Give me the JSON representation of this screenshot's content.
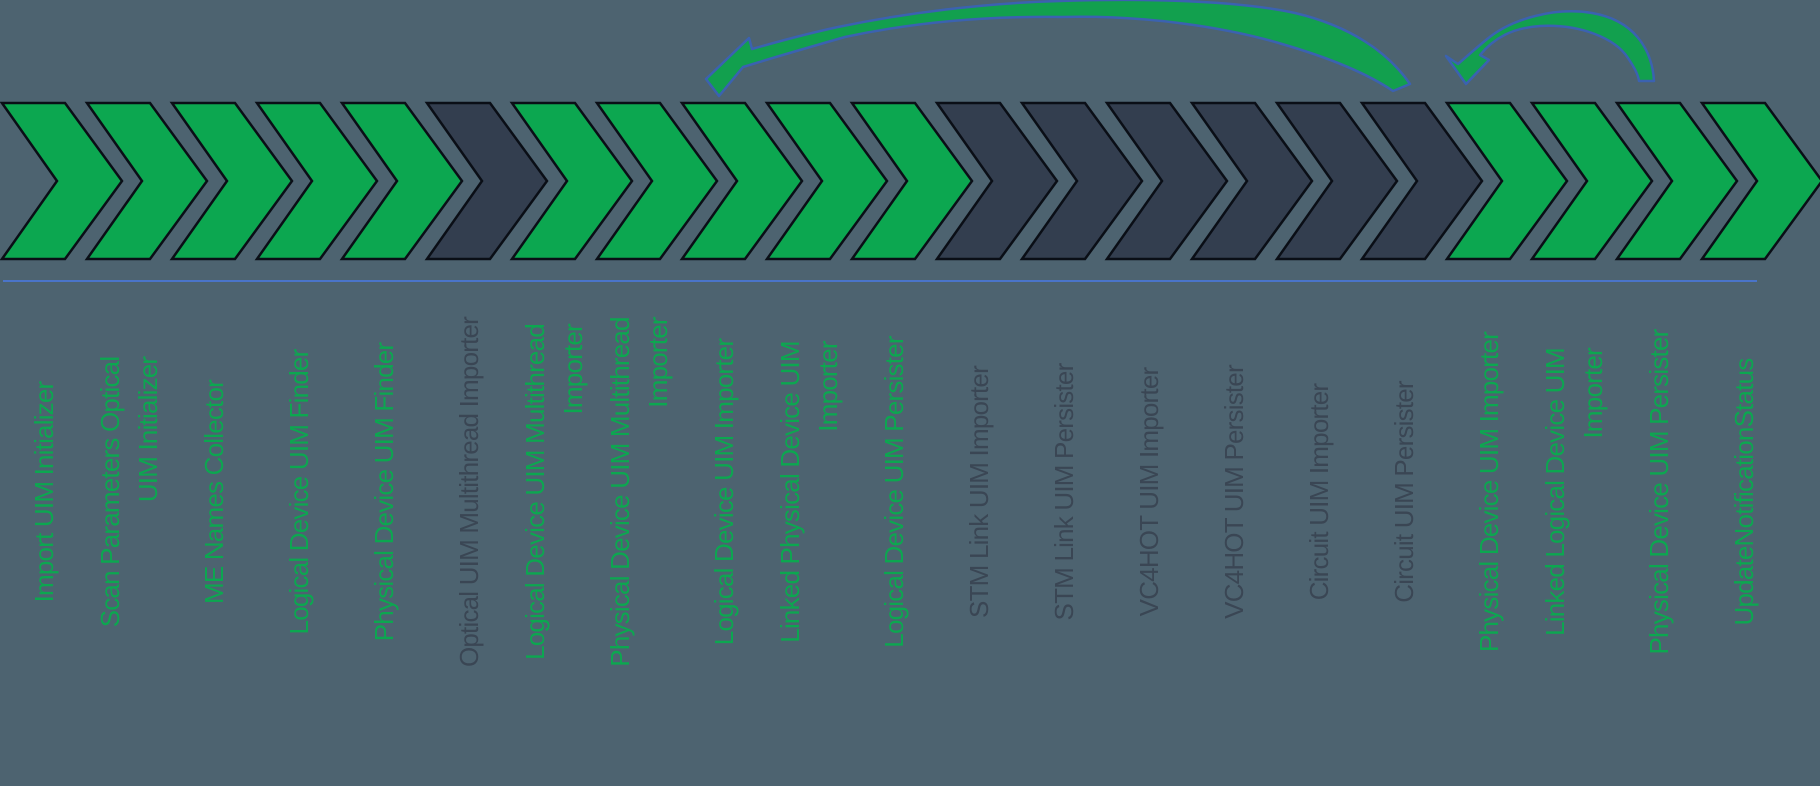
{
  "diagram": {
    "type": "chevron-process-pipeline",
    "direction": "left-to-right",
    "stage_count": 21,
    "stages": [
      {
        "label": "Import UIM Initializer",
        "lines": [
          "Import UIM Initializer"
        ],
        "color": "green"
      },
      {
        "label": "Scan Parameters Optical UIM Initializer",
        "lines": [
          "Scan Parameters Optical",
          "UIM Initializer"
        ],
        "color": "green"
      },
      {
        "label": "ME Names Collector",
        "lines": [
          "ME Names Collector"
        ],
        "color": "green"
      },
      {
        "label": "Logical Device UIM Finder",
        "lines": [
          "Logical Device UIM Finder"
        ],
        "color": "green"
      },
      {
        "label": "Physical Device UIM Finder",
        "lines": [
          "Physical Device UIM Finder"
        ],
        "color": "green"
      },
      {
        "label": "Optical UIM Multithread Importer",
        "lines": [
          "Optical UIM Multithread Importer"
        ],
        "color": "dark"
      },
      {
        "label": "Logical Device UIM Multithread Importer",
        "lines": [
          "Logical Device UIM Multithread",
          "Importer"
        ],
        "color": "green"
      },
      {
        "label": "Physical Device UIM Multithread Importer",
        "lines": [
          "Physical Device UIM Multithread",
          "Importer"
        ],
        "color": "green"
      },
      {
        "label": "Logical Device UIM Importer",
        "lines": [
          "Logical Device UIM Importer"
        ],
        "color": "green"
      },
      {
        "label": "Linked Physical Device UIM Importer",
        "lines": [
          "Linked Physical Device UIM",
          "Importer"
        ],
        "color": "green"
      },
      {
        "label": "Logical Device UIM Persister",
        "lines": [
          "Logical Device UIM Persister"
        ],
        "color": "green"
      },
      {
        "label": "STM Link UIM Importer",
        "lines": [
          "STM Link UIM Importer"
        ],
        "color": "dark"
      },
      {
        "label": "STM Link UIM Persister",
        "lines": [
          "STM Link UIM Persister"
        ],
        "color": "dark"
      },
      {
        "label": "VC4HOT UIM Importer",
        "lines": [
          "VC4HOT UIM Importer"
        ],
        "color": "dark"
      },
      {
        "label": "VC4HOT UIM Persister",
        "lines": [
          "VC4HOT UIM Persister"
        ],
        "color": "dark"
      },
      {
        "label": "Circuit UIM Importer",
        "lines": [
          "Circuit UIM Importer"
        ],
        "color": "dark"
      },
      {
        "label": "Circuit UIM Persister",
        "lines": [
          "Circuit UIM Persister"
        ],
        "color": "dark"
      },
      {
        "label": "Physical Device UIM Importer",
        "lines": [
          "Physical Device UIM Importer"
        ],
        "color": "green"
      },
      {
        "label": "Linked Logical Device UIM Importer",
        "lines": [
          "Linked Logical Device UIM",
          "Importer"
        ],
        "color": "green"
      },
      {
        "label": "Physical Device UIM Persister",
        "lines": [
          "Physical Device UIM Persister"
        ],
        "color": "green"
      },
      {
        "label": "UpdateNotificationStatus",
        "lines": [
          "UpdateNotificationStatus"
        ],
        "color": "green"
      }
    ],
    "arrows": [
      {
        "id": "long-loopback-arrow",
        "shape": "wide curved arrow sweeping right-to-left above the chevron band"
      },
      {
        "id": "short-loopback-arrow",
        "shape": "small semicircular arrow looping back one stage"
      }
    ]
  },
  "colors": {
    "background": "#4d6370",
    "chevron_green": "#0ca750",
    "chevron_dark": "#333e4f",
    "chevron_outline": "#0a0e16",
    "arrow_green": "#12a04e",
    "arrow_outline": "#3b62b0",
    "divider_blue": "#4a74c9",
    "label_green": "#0ca750",
    "label_dark": "#3a4654"
  }
}
